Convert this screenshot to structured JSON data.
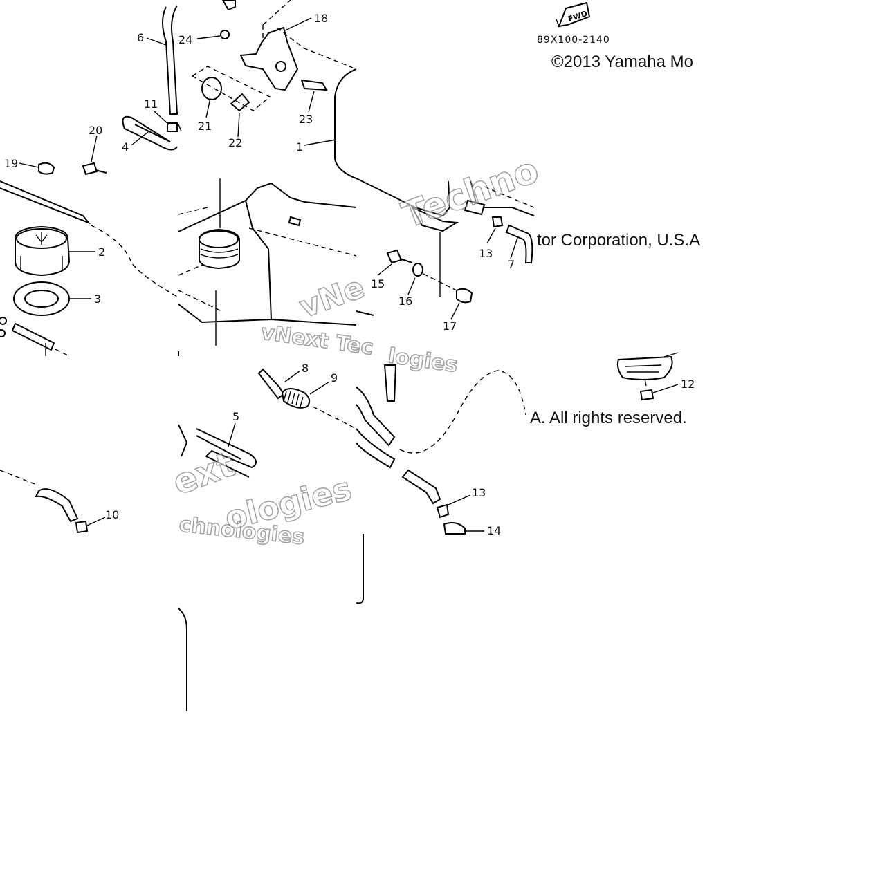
{
  "copyright": {
    "line1": "©2013 Yamaha Mo",
    "line2": "tor Corporation, U.S.A",
    "line3": "A. All rights reserved."
  },
  "diagram_code": "89X100-2140",
  "fwd_label": "FWD",
  "watermarks": [
    "Techno",
    "vNe",
    "vNext Tec",
    "logies",
    "ext",
    "chnologies",
    "ologies"
  ],
  "callouts": {
    "c1": "1",
    "c2": "2",
    "c3": "3",
    "c4": "4",
    "c5": "5",
    "c6": "6",
    "c7": "7",
    "c8": "8",
    "c9": "9",
    "c10": "10",
    "c11": "11",
    "c12": "12",
    "c13a": "13",
    "c13b": "13",
    "c14": "14",
    "c15": "15",
    "c16": "16",
    "c17": "17",
    "c18": "18",
    "c19": "19",
    "c20": "20",
    "c21": "21",
    "c22": "22",
    "c23": "23",
    "c24": "24"
  }
}
